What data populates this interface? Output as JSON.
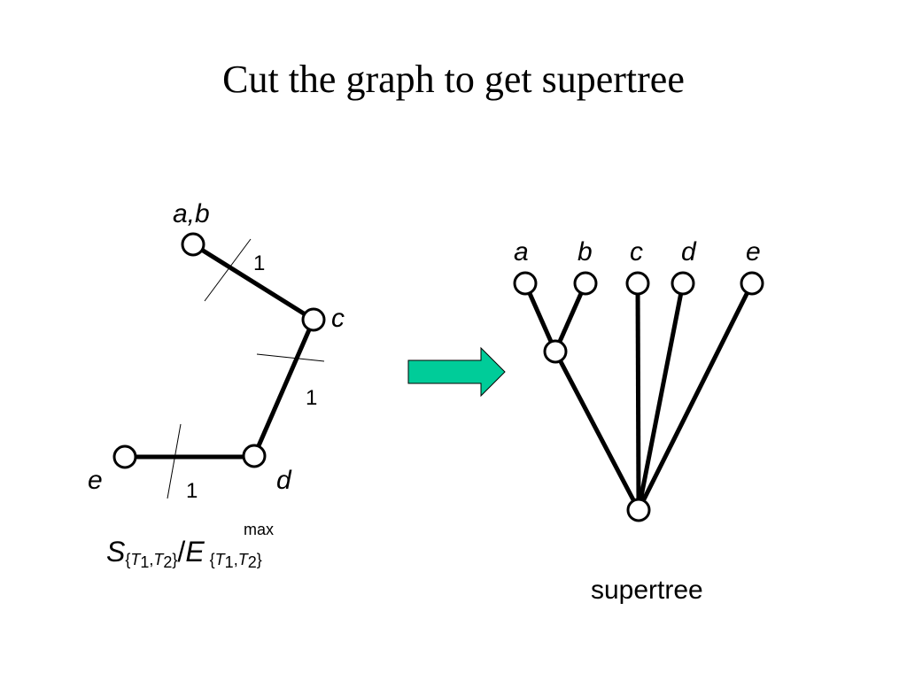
{
  "title": "Cut the graph to get supertree",
  "graph": {
    "nodes": [
      {
        "id": "ab",
        "label": "a,b"
      },
      {
        "id": "c",
        "label": "c"
      },
      {
        "id": "d",
        "label": "d"
      },
      {
        "id": "e",
        "label": "e"
      }
    ],
    "edges": [
      {
        "from": "ab",
        "to": "c",
        "weight": "1"
      },
      {
        "from": "c",
        "to": "d",
        "weight": "1"
      },
      {
        "from": "e",
        "to": "d",
        "weight": "1"
      }
    ]
  },
  "formula": {
    "main_symbol": "S",
    "sub_open": "{",
    "sub_T1": "T",
    "sub_1": "1",
    "sub_comma": ",",
    "sub_T2": "T",
    "sub_2": "2",
    "sub_close": "}",
    "slash": "/",
    "second_symbol": "E",
    "superscript": "max",
    "sub2_open": "{",
    "sub2_T1": "T",
    "sub2_1": "1",
    "sub2_comma": ",",
    "sub2_T2": "T",
    "sub2_2": "2",
    "sub2_close": "}"
  },
  "arrow": {
    "color": "#00cc99"
  },
  "supertree": {
    "caption": "supertree",
    "leaves": [
      {
        "id": "a",
        "label": "a"
      },
      {
        "id": "b",
        "label": "b"
      },
      {
        "id": "c",
        "label": "c"
      },
      {
        "id": "d",
        "label": "d"
      },
      {
        "id": "e",
        "label": "e"
      }
    ]
  }
}
